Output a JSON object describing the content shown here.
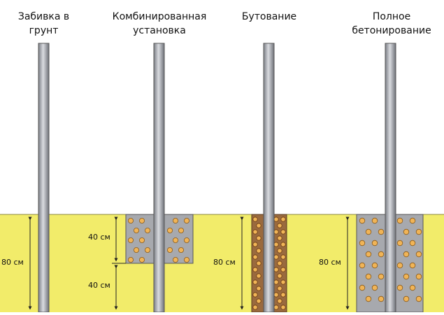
{
  "colors": {
    "soil": "#f2ec6a",
    "pipe_light": "#c9ccd2",
    "pipe_dark": "#7c7f86",
    "concrete": "#a7a9ae",
    "rubble": "#9a6a3e",
    "stone": "#f0b457"
  },
  "methods": [
    {
      "title": "Забивка в\nгрунт"
    },
    {
      "title": "Комбинированная\nустановка"
    },
    {
      "title": "Бутование"
    },
    {
      "title": "Полное\nбетонирование"
    }
  ],
  "dimensions": {
    "d1": "80 см",
    "d2a": "40 см",
    "d2b": "40 см",
    "d3": "80 см",
    "d4": "80 см"
  }
}
